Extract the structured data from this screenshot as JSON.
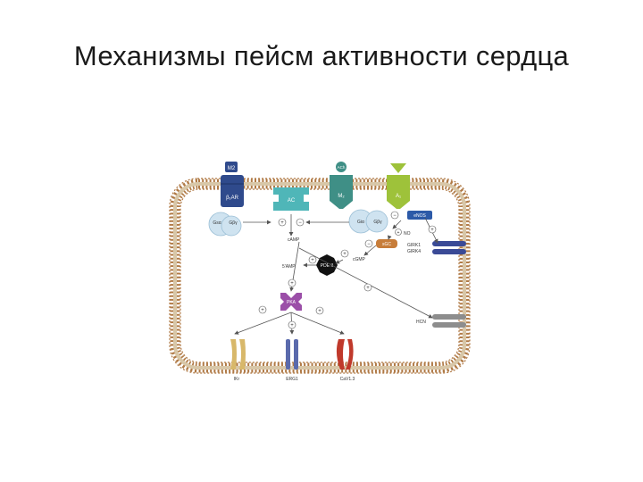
{
  "slide": {
    "title": "Механизмы пейсм активности сердца"
  },
  "diagram": {
    "receptors": {
      "beta_ar_cap": "M2",
      "beta_ar": "β₁AR",
      "ac": "AC",
      "m2_cap": "ACh",
      "m2": "M₂",
      "a1_cap": "",
      "a1": "A₁"
    },
    "g_proteins": {
      "gs": "Gsα",
      "gbg_left": "Gβγ",
      "gi": "Giα",
      "gbg_right": "Gβγ"
    },
    "enzymes": {
      "enos": "eNOS",
      "no": "NO",
      "sgc": "sGC",
      "pde": "PDE II",
      "pka": "PKA"
    },
    "messengers": {
      "camp": "cAMP",
      "cgmp": "cGMP",
      "amp": "5'AMP"
    },
    "channels": {
      "girk": "GIRK1\nGIRK4",
      "girk_line1": "GIRK1",
      "girk_line2": "GIRK4",
      "hcn": "HCN",
      "ik": "IKr",
      "erg": "ERG1",
      "cav": "CaV1.3"
    },
    "signs": {
      "plus": "+",
      "minus": "−"
    },
    "colors": {
      "membrane_head": "#b07a46",
      "membrane_tail": "#d8c7a8",
      "beta_ar": "#2f4a8c",
      "ac": "#4fb6b8",
      "m2": "#3f8f86",
      "a1": "#9ec23a",
      "enos": "#2c5aa8",
      "sgc": "#c77d3a",
      "pka": "#9b4fa8",
      "gprotein": "#cfe3f0",
      "girk": "#3a4a96",
      "hcn": "#8d8d8d",
      "ik": "#d8b86a",
      "erg": "#5a6aac",
      "cav": "#c0392b"
    }
  }
}
